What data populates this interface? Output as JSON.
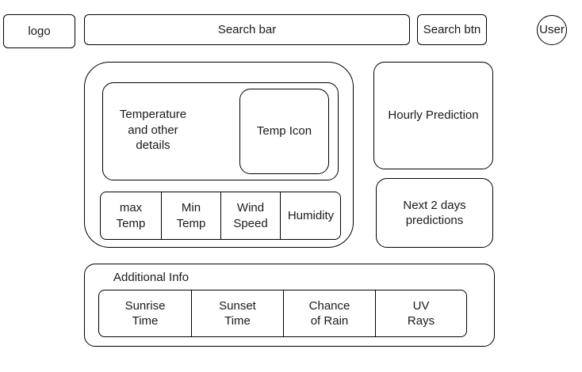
{
  "header": {
    "logo": "logo",
    "search_bar": "Search bar",
    "search_button": "Search btn",
    "user": "User"
  },
  "main_card": {
    "details": "Temperature\nand other\ndetails",
    "icon": "Temp Icon",
    "stats": [
      "max\nTemp",
      "Min\nTemp",
      "Wind\nSpeed",
      "Humidity"
    ]
  },
  "side": {
    "hourly": "Hourly Prediction",
    "next_days": "Next 2 days\npredictions"
  },
  "additional": {
    "title": "Additional Info",
    "items": [
      "Sunrise\nTime",
      "Sunset\nTime",
      "Chance\nof Rain",
      "UV\nRays"
    ]
  }
}
